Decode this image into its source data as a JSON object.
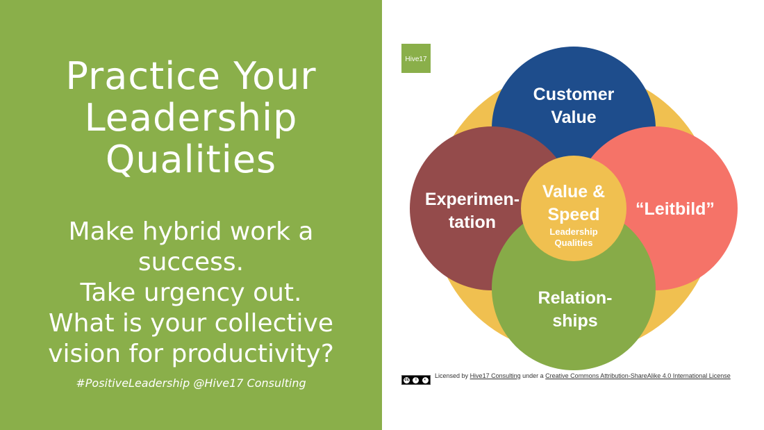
{
  "left_panel": {
    "title_lines": [
      "Practice Your",
      "Leadership",
      "Qualities"
    ],
    "subtitle_lines": [
      "Make hybrid work a",
      "success.",
      "Take urgency out.",
      "What is your collective",
      "vision for productivity?"
    ],
    "hashtag": "#PositiveLeadership @Hive17 Consulting",
    "background_color": "#8aaf4a"
  },
  "diagram": {
    "logo": "Hive17",
    "circles": {
      "top": {
        "line1": "Customer",
        "line2": "Value",
        "color": "#1e4d8c"
      },
      "left": {
        "line1": "Experimen-",
        "line2": "tation",
        "color": "#944b4b"
      },
      "right": {
        "line1": "“Leitbild”",
        "color": "#f57368"
      },
      "bottom": {
        "line1": "Relation-",
        "line2": "ships",
        "color": "#87ab48"
      },
      "center": {
        "line1": "Value &",
        "line2": "Speed",
        "small1": "Leadership",
        "small2": "Qualities",
        "color": "#f0c050"
      },
      "backdrop_color": "#f0c050"
    }
  },
  "license": {
    "badge": "cc",
    "prefix": "Licensed by",
    "link1": "Hive17 Consulting",
    "middle": "under a",
    "link2": "Creative Commons Attribution-ShareAlike 4.0 International License"
  }
}
